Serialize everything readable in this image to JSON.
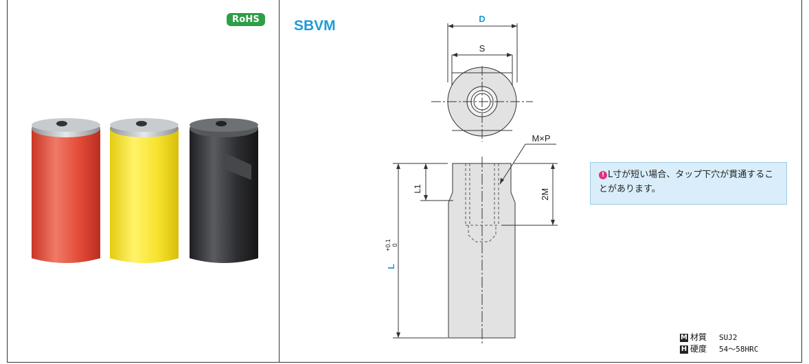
{
  "badge": {
    "rohs": "RoHS"
  },
  "model": {
    "name": "SBVM"
  },
  "drawing": {
    "dim_D": "D",
    "dim_S": "S",
    "dim_MxP": "M×P",
    "dim_L1": "L1",
    "dim_2M": "2M",
    "dim_L": "L",
    "tol_upper": "+0.1",
    "tol_lower": "0"
  },
  "note": {
    "icon": "warning-icon",
    "text": "L寸が短い場合、タップ下穴が貫通することがあります。"
  },
  "specs": [
    {
      "badge": "M",
      "label": "材質",
      "value": "SUJ2"
    },
    {
      "badge": "H",
      "label": "硬度",
      "value": "54～58HRC"
    }
  ],
  "colors": {
    "accent": "#1e9bd7",
    "rohs": "#2e9e47",
    "red": "#e04f3f",
    "yellow": "#f6e12a",
    "black": "#2e2f31"
  }
}
